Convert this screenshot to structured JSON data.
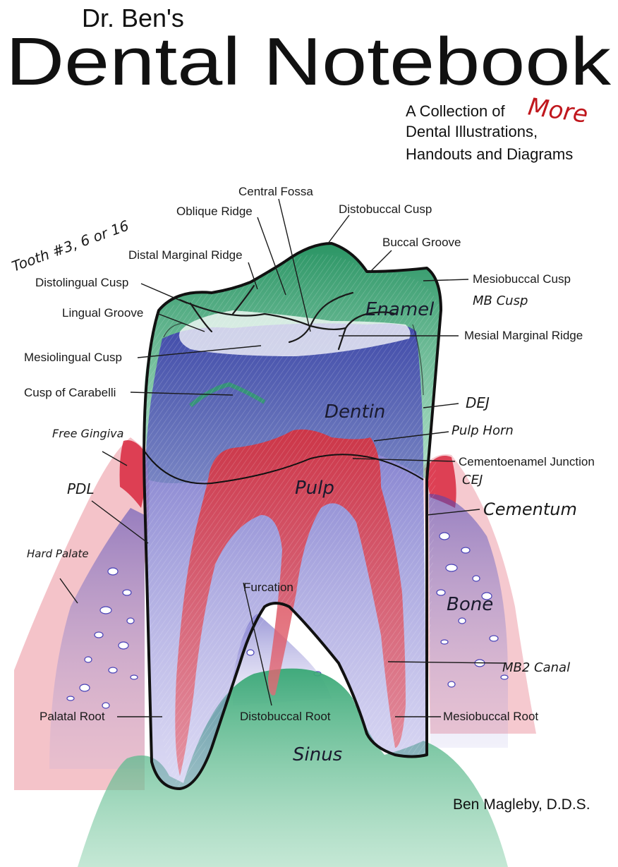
{
  "cover": {
    "subtitle_top": "Dr. Ben's",
    "title": "Dental Notebook",
    "tagline": {
      "line1": "A Collection of",
      "accent": "More",
      "line2": "Dental Illustrations,",
      "line3": "Handouts and Diagrams"
    },
    "author": "Ben Magleby, D.D.S.",
    "tooth_note": "Tooth #3, 6 or 16"
  },
  "labels": {
    "central_fossa": "Central Fossa",
    "oblique_ridge": "Oblique Ridge",
    "distobuccal_cusp": "Distobuccal Cusp",
    "buccal_groove": "Buccal Groove",
    "distal_marginal_ridge": "Distal Marginal Ridge",
    "mesiobuccal_cusp": "Mesiobuccal Cusp",
    "mb_cusp": "MB Cusp",
    "distolingual_cusp": "Distolingual Cusp",
    "lingual_groove": "Lingual Groove",
    "enamel": "Enamel",
    "mesial_marginal_ridge": "Mesial Marginal Ridge",
    "mesiolingual_cusp": "Mesiolingual Cusp",
    "cusp_of_carabelli": "Cusp of Carabelli",
    "dej": "DEJ",
    "dentin": "Dentin",
    "free_gingiva": "Free Gingiva",
    "pulp_horn": "Pulp Horn",
    "cementoenamel_junction": "Cementoenamel Junction",
    "cej": "CEJ",
    "pdl": "PDL",
    "pulp": "Pulp",
    "cementum": "Cementum",
    "hard_palate": "Hard Palate",
    "furcation": "Furcation",
    "bone": "Bone",
    "mb2_canal": "MB2 Canal",
    "palatal_root": "Palatal Root",
    "distobuccal_root": "Distobuccal Root",
    "mesiobuccal_root": "Mesiobuccal Root",
    "sinus": "Sinus"
  },
  "colors": {
    "enamel": "#2e9e6b",
    "dentin": "#4a44b8",
    "pulp": "#cc2a3a",
    "gingiva": "#d8283e",
    "sinus": "#2fa06e",
    "accent": "#c0171d"
  }
}
